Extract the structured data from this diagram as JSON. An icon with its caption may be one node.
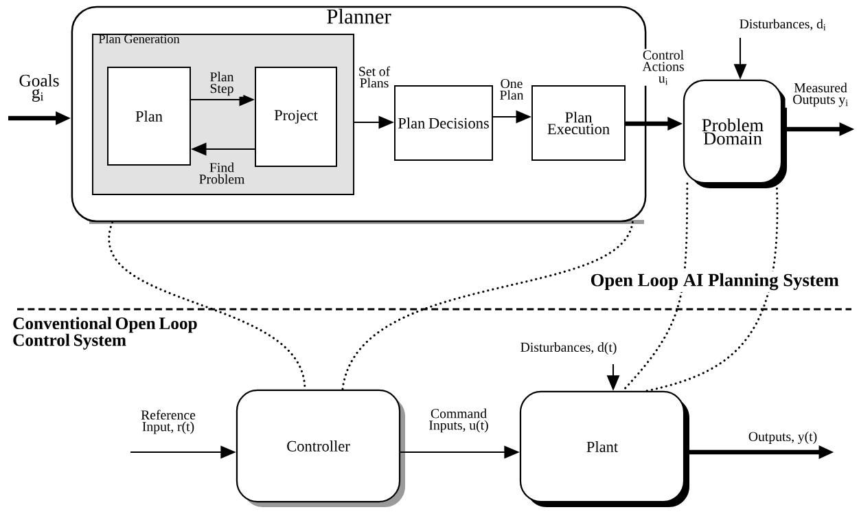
{
  "diagram": {
    "nodes": [
      {
        "text": [
          "Planner"
        ]
      },
      {
        "text": [
          "Plan Generation"
        ],
        "in": 0
      },
      {
        "text": [
          "Plan"
        ],
        "in": 1
      },
      {
        "text": [
          "Project"
        ],
        "in": 1
      },
      {
        "text": [
          "Plan Decisions"
        ],
        "in": 0
      },
      {
        "text": [
          "Plan Execution"
        ],
        "in": 0
      },
      {
        "text": [
          "Problem Domain"
        ]
      },
      {
        "text": [
          "Controller"
        ]
      },
      {
        "text": [
          "Plant"
        ]
      }
    ],
    "edges": [
      {
        "from": null,
        "to": 0,
        "arrow": "to",
        "label": "Goals g$_{i}$",
        "style": "thick"
      },
      {
        "from": 2,
        "to": 3,
        "arrow": "to",
        "label": "Plan Step"
      },
      {
        "from": 3,
        "to": 2,
        "arrow": "to",
        "label": "Find Problem"
      },
      {
        "from": 1,
        "to": 4,
        "arrow": "to",
        "label": "Set of Plans"
      },
      {
        "from": 4,
        "to": 5,
        "arrow": "to",
        "label": "One Plan"
      },
      {
        "from": 5,
        "to": 6,
        "arrow": "to",
        "label": "Control Actions u$_{i}$",
        "style": "thick"
      },
      {
        "from": null,
        "to": 6,
        "arrow": "to",
        "label": "Disturbances, d$_{i}$"
      },
      {
        "from": 6,
        "to": null,
        "arrow": "to",
        "label": "Measured Outputs y$_{i}$",
        "style": "thick"
      },
      {
        "from": 0,
        "to": 7,
        "arrow": "none",
        "style": "dashed"
      },
      {
        "from": 0,
        "to": 7,
        "arrow": "none",
        "style": "dashed"
      },
      {
        "from": 6,
        "to": 8,
        "arrow": "none",
        "style": "dashed"
      },
      {
        "from": 6,
        "to": 8,
        "arrow": "none",
        "style": "dashed"
      },
      {
        "from": null,
        "to": 7,
        "arrow": "to",
        "label": "Reference Input, r(t)"
      },
      {
        "from": null,
        "to": 8,
        "arrow": "to",
        "label": "Disturbances, d(t)"
      },
      {
        "from": 7,
        "to": 8,
        "arrow": "to",
        "label": "Command Inputs, u(t)"
      },
      {
        "from": 8,
        "to": null,
        "arrow": "to",
        "label": "Outputs, y(t)",
        "style": "thick"
      }
    ],
    "labels": [
      "Open Loop AI Planning System",
      "Conventional Open Loop Control System"
    ]
  }
}
